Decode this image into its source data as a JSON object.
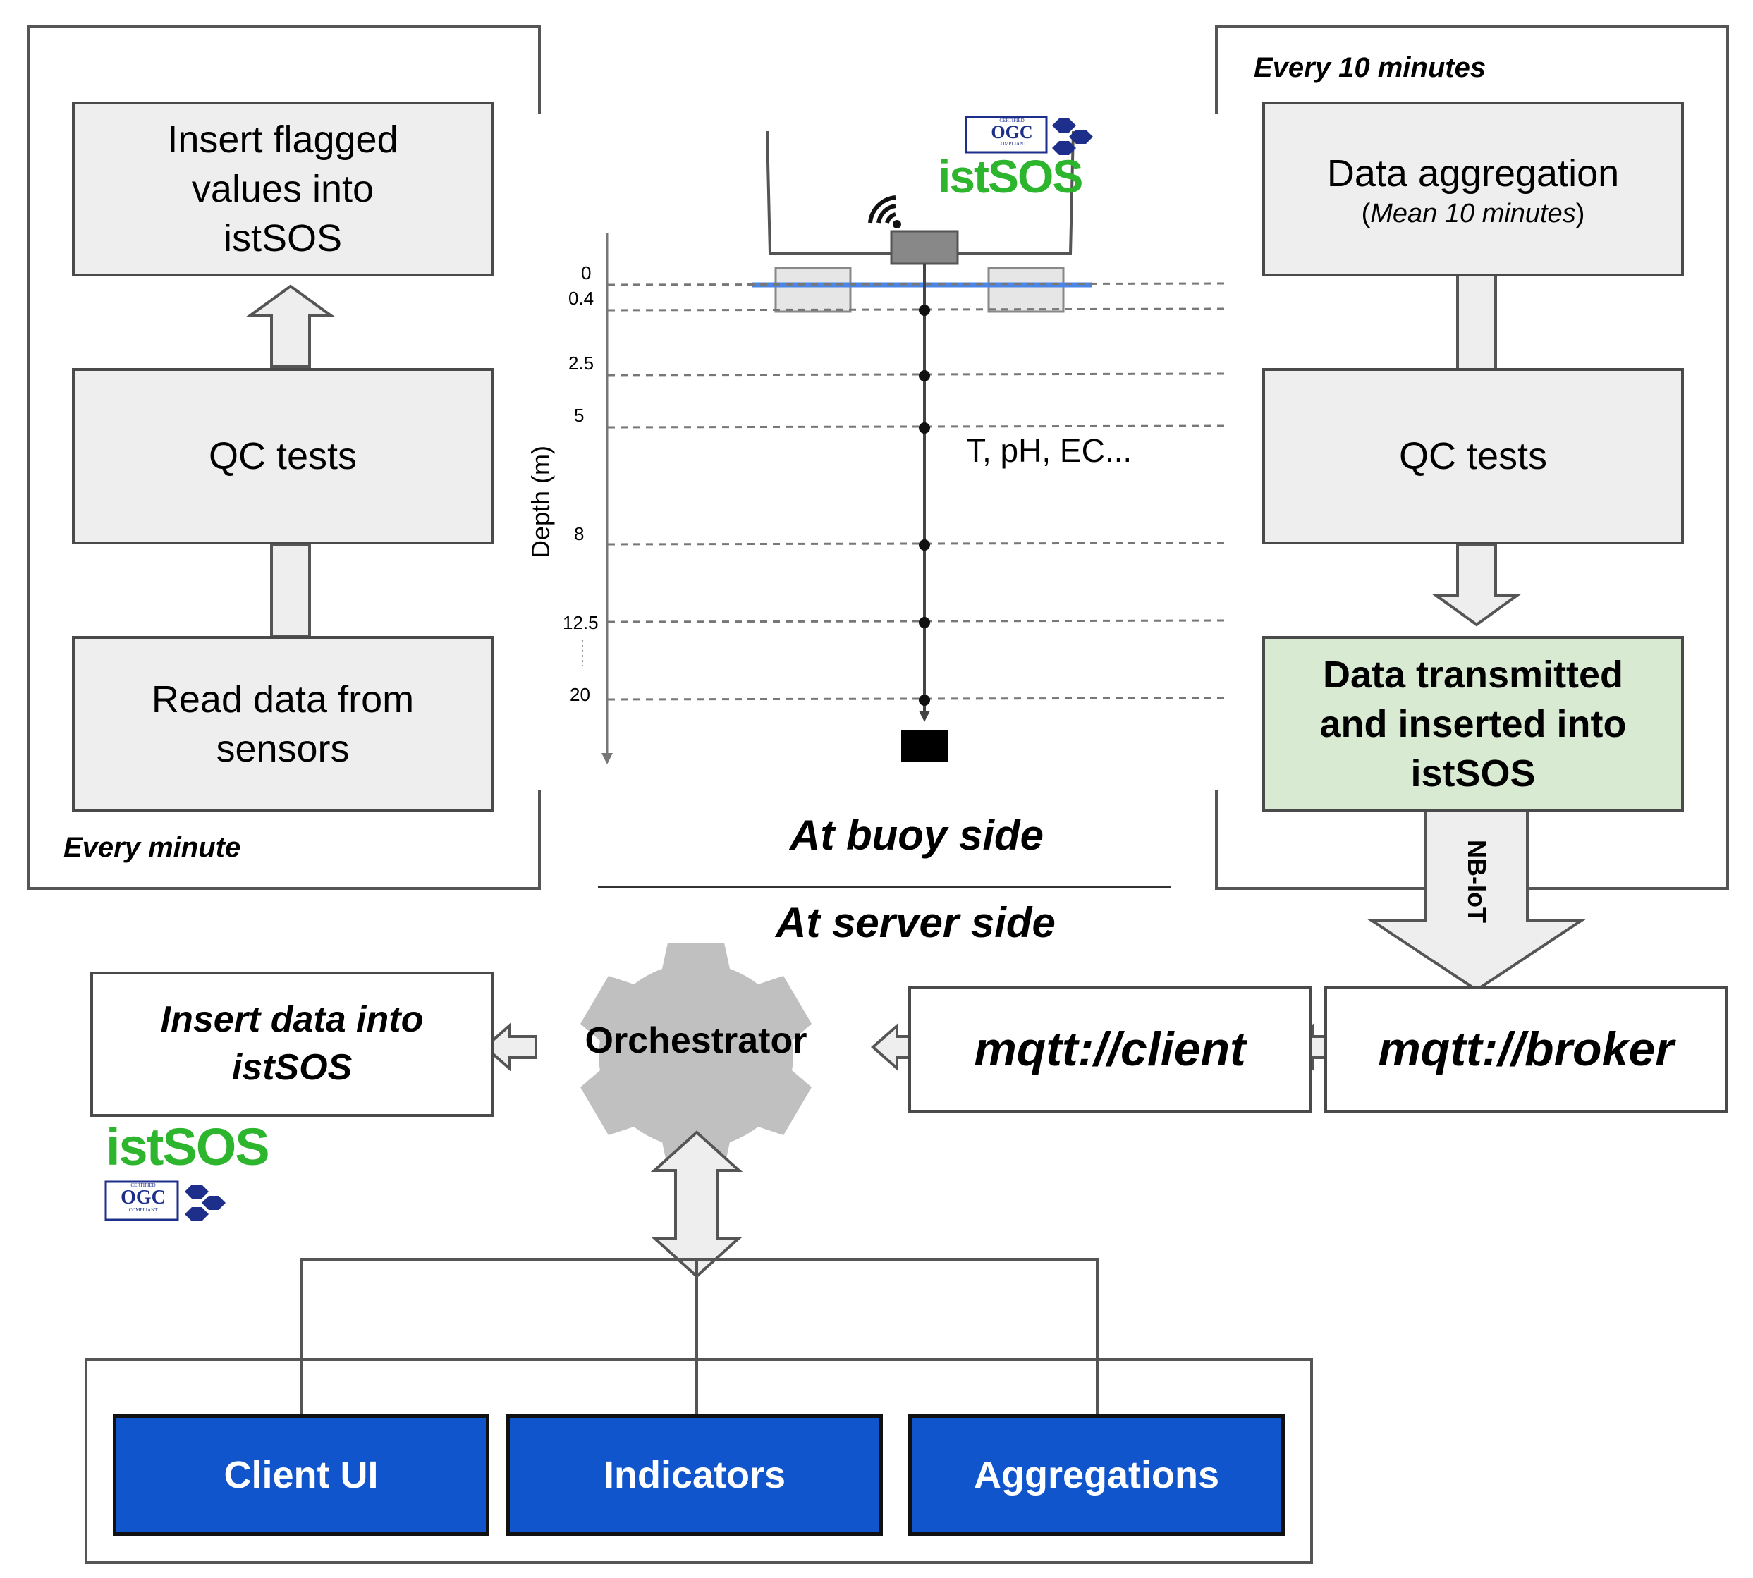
{
  "left_panel": {
    "box_top": "Insert flagged values into istSOS",
    "box_mid": "QC tests",
    "box_bottom": "Read data from sensors",
    "frequency": "Every minute"
  },
  "right_panel": {
    "frequency": "Every 10 minutes",
    "box_top_title": "Data aggregation",
    "box_top_sub": "Mean 10 minutes",
    "box_mid": "QC tests",
    "box_green": "Data transmitted and inserted into istSOS",
    "arrow_label": "NB-IoT"
  },
  "buoy": {
    "axis_label": "Depth (m)",
    "depths": [
      "0",
      "0.4",
      "2.5",
      "5",
      "8",
      "12.5",
      "20"
    ],
    "params": "T, pH, EC...",
    "logo_text": "istSOS",
    "ogc_text": "OGC",
    "ogc_certified": "CERTIFIED",
    "ogc_compliant": "COMPLIANT"
  },
  "sides": {
    "buoy_side": "At buoy side",
    "server_side": "At server side"
  },
  "server": {
    "insert_box": "Insert data into istSOS",
    "orchestrator": "Orchestrator",
    "client": "mqtt://client",
    "broker": "mqtt://broker",
    "modules": [
      "Client UI",
      "Indicators",
      "Aggregations"
    ]
  },
  "colors": {
    "box_fill": "#eeeeee",
    "green_fill": "#d9ead3",
    "module_blue": "#1155cc",
    "water_line": "#4a86e8",
    "istsos_green": "#2db52d",
    "ogc_blue": "#1d2f8a"
  }
}
